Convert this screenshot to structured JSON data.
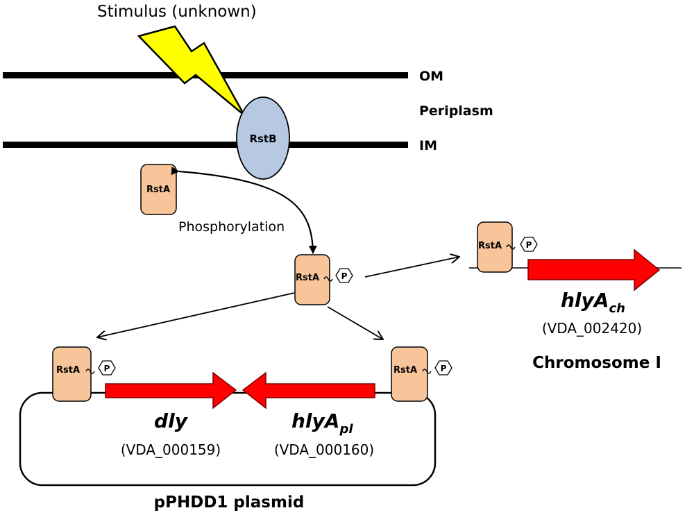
{
  "stimulus": "Stimulus (unknown)",
  "membranes": {
    "om": "OM",
    "periplasm": "Periplasm",
    "im": "IM"
  },
  "sensor": {
    "label": "RstB"
  },
  "regulator": {
    "label": "RstA"
  },
  "phospho_tag": "P",
  "process": "Phosphorylation",
  "chromosome": {
    "gene_main": "hlyA",
    "gene_sub": "ch",
    "locus": "(VDA_002420)",
    "title": "Chromosome I"
  },
  "plasmid": {
    "gene1": {
      "name": "dly",
      "locus": "(VDA_000159)"
    },
    "gene2": {
      "name_main": "hlyA",
      "name_sub": "pl",
      "locus": "(VDA_000160)"
    },
    "title": "pPHDD1 plasmid"
  },
  "colors": {
    "membrane": "#000000",
    "bolt": "#ffff00",
    "rstb": "#b7c9e2",
    "rsta": "#f8c49a",
    "gene_arrow": "#ff0000",
    "gene_arrow_edge": "#7a0000"
  }
}
